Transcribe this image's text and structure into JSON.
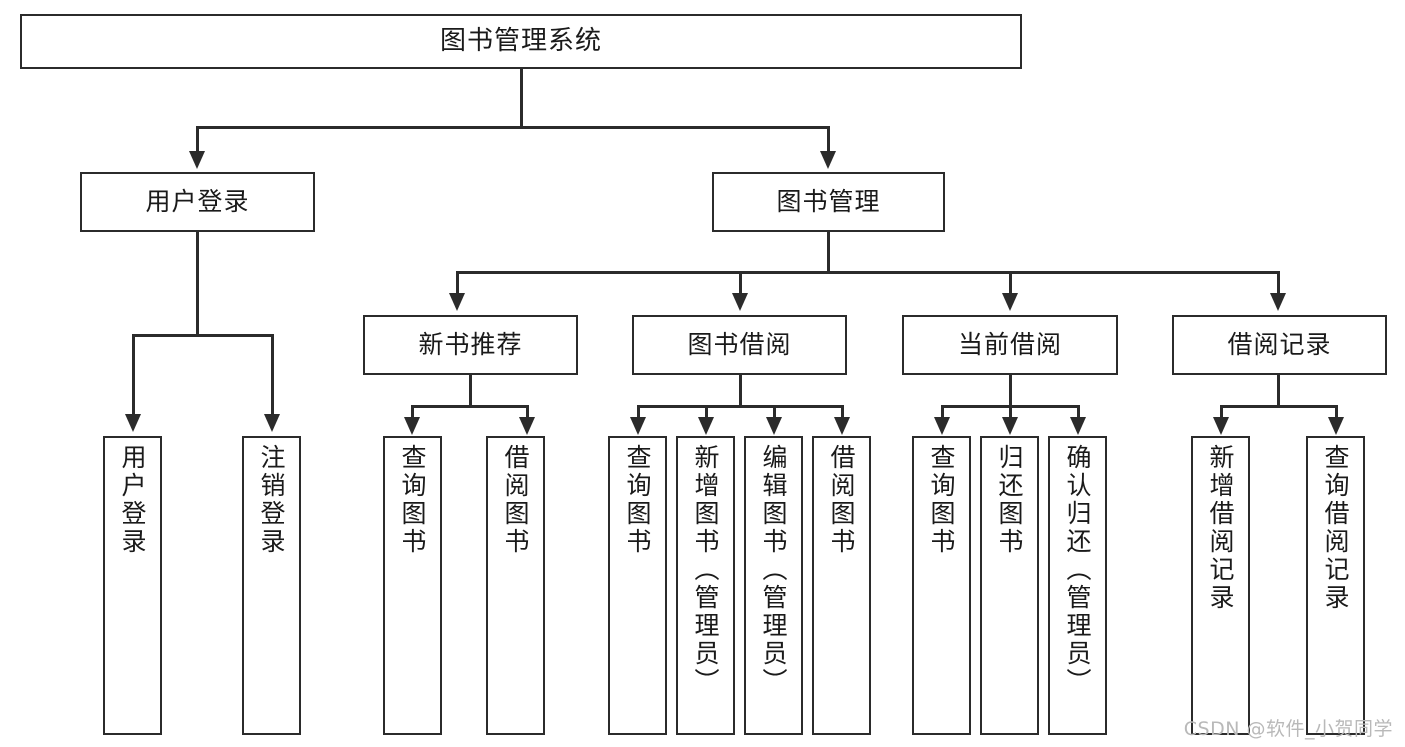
{
  "diagram": {
    "title": "图书管理系统",
    "type": "tree-hierarchy-chart",
    "root": {
      "id": "root",
      "label": "图书管理系统"
    },
    "level2": [
      {
        "id": "user-login",
        "label": "用户登录"
      },
      {
        "id": "book-manage",
        "label": "图书管理"
      }
    ],
    "level3": [
      {
        "id": "new-book-recommend",
        "label": "新书推荐",
        "parent": "book-manage"
      },
      {
        "id": "book-borrow",
        "label": "图书借阅",
        "parent": "book-manage"
      },
      {
        "id": "current-borrow",
        "label": "当前借阅",
        "parent": "book-manage"
      },
      {
        "id": "borrow-record",
        "label": "借阅记录",
        "parent": "book-manage"
      }
    ],
    "leaves": {
      "user_login": [
        {
          "id": "leaf-user-login",
          "label": "用户登录"
        },
        {
          "id": "leaf-logout-login",
          "label": "注销登录"
        }
      ],
      "new_book_recommend": [
        {
          "id": "leaf-query-book-1",
          "label": "查询图书"
        },
        {
          "id": "leaf-borrow-book-1",
          "label": "借阅图书"
        }
      ],
      "book_borrow": [
        {
          "id": "leaf-query-book-2",
          "label": "查询图书"
        },
        {
          "id": "leaf-add-book-admin",
          "label": "新增图书（管理员）"
        },
        {
          "id": "leaf-edit-book-admin",
          "label": "编辑图书（管理员）"
        },
        {
          "id": "leaf-borrow-book-2",
          "label": "借阅图书"
        }
      ],
      "current_borrow": [
        {
          "id": "leaf-query-book-3",
          "label": "查询图书"
        },
        {
          "id": "leaf-return-book",
          "label": "归还图书"
        },
        {
          "id": "leaf-confirm-return-admin",
          "label": "确认归还（管理员）"
        }
      ],
      "borrow_record": [
        {
          "id": "leaf-add-borrow-record",
          "label": "新增借阅记录"
        },
        {
          "id": "leaf-query-borrow-record",
          "label": "查询借阅记录"
        }
      ]
    }
  },
  "watermark": {
    "text": "CSDN @软件_小贺同学"
  },
  "colors": {
    "stroke": "#2b2b2b",
    "background": "#ffffff",
    "text": "#1a1a1a",
    "watermark": "#b9b9b9"
  }
}
